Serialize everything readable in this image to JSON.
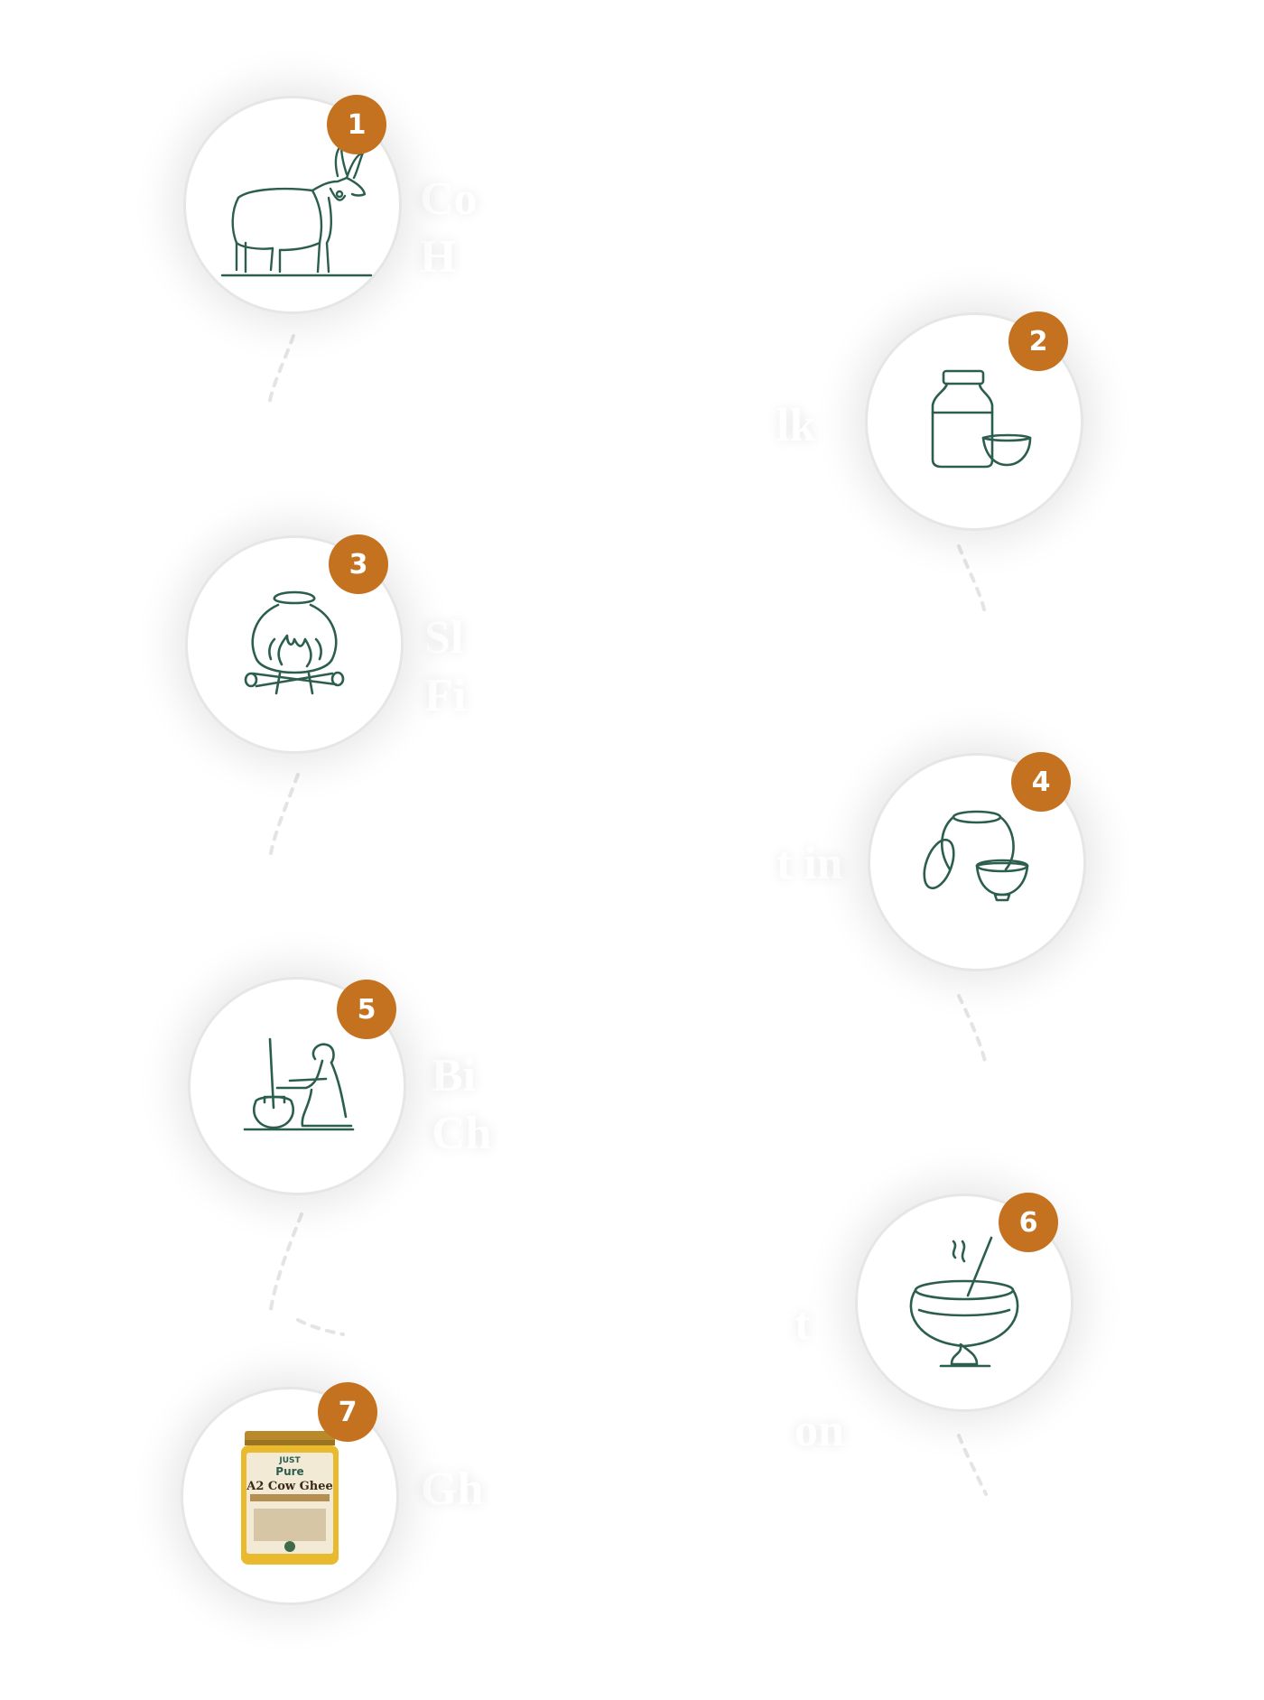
{
  "colors": {
    "accent": "#c4721f",
    "icon_stroke": "#2c5e4f",
    "label": "#ffffff"
  },
  "steps": [
    {
      "number": "1",
      "label_line1": "Co",
      "label_line2": "H",
      "icon": "cow-icon"
    },
    {
      "number": "2",
      "label_line1": "lk",
      "label_line2": "",
      "icon": "milk-bottle-icon"
    },
    {
      "number": "3",
      "label_line1": "Sl",
      "label_line2": "Fi",
      "icon": "pot-on-fire-icon"
    },
    {
      "number": "4",
      "label_line1": "t in",
      "label_line2": "",
      "icon": "curd-pot-icon"
    },
    {
      "number": "5",
      "label_line1": "Bi",
      "label_line2": "Ch",
      "icon": "churning-woman-icon"
    },
    {
      "number": "6",
      "label_line1": "t",
      "label_line2": "on",
      "icon": "ghee-cooking-icon"
    },
    {
      "number": "7",
      "label_line1": "Gh",
      "label_line2": "",
      "icon": "ghee-jar-icon"
    }
  ],
  "product": {
    "brand_top": "JUST",
    "brand_bottom": "Pure",
    "name": "A2 Cow Ghee"
  }
}
